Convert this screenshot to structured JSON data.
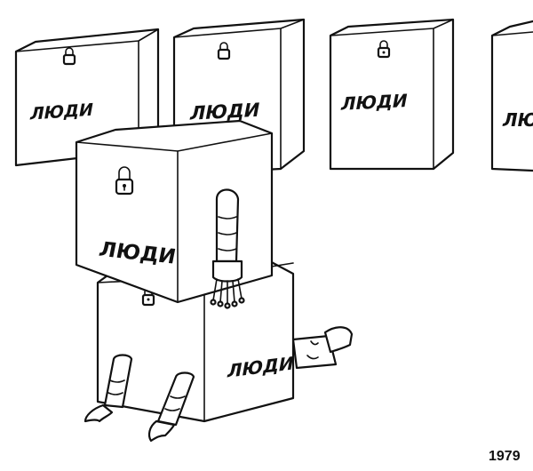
{
  "box_label": "ЛЮДИ",
  "box_label_clipped": "ЛЮ",
  "year": "1979",
  "colors": {
    "ink": "#111111",
    "paper": "#ffffff"
  },
  "icons": [
    "padlock-icon",
    "keys-icon"
  ]
}
